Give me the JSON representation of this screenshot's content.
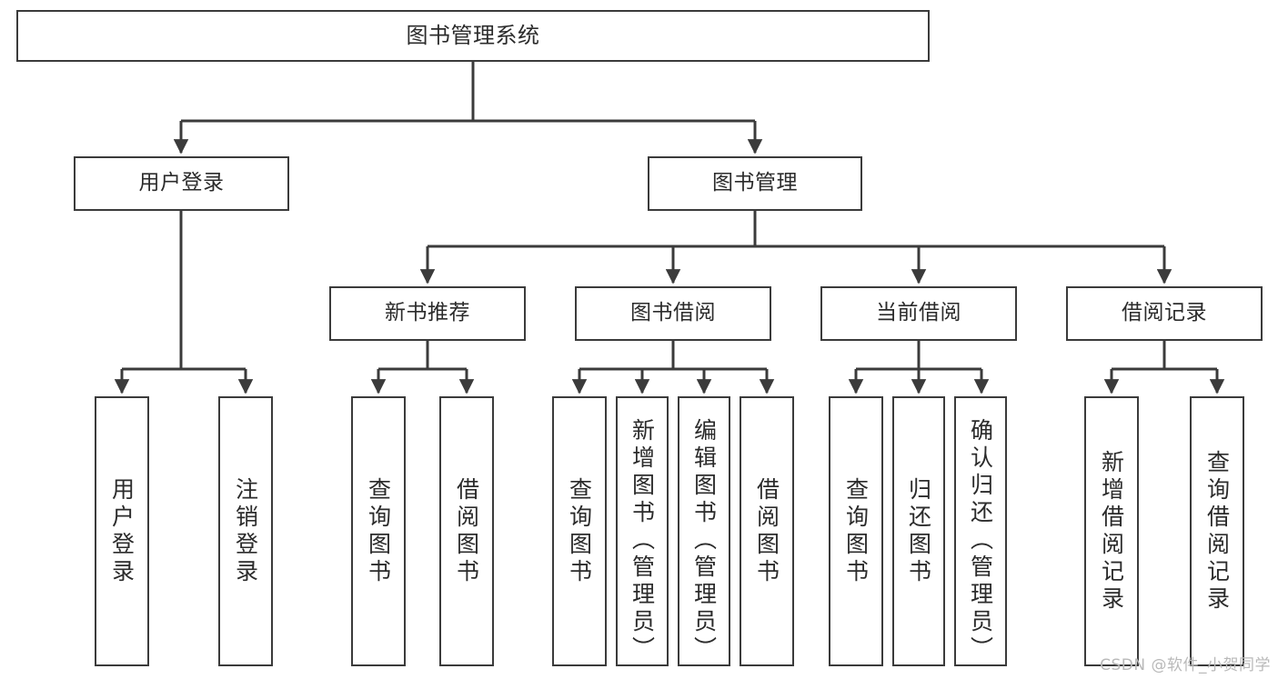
{
  "diagram": {
    "title": "图书管理系统",
    "type": "tree-hierarchy-chart",
    "background_color": "#ffffff",
    "box_border_color": "#3b3b3b",
    "connector_color": "#3b3b3b"
  },
  "nodes": {
    "root": {
      "label": "图书管理系统"
    },
    "level2": [
      {
        "id": "user-login",
        "label": "用户登录"
      },
      {
        "id": "book-management",
        "label": "图书管理"
      }
    ],
    "level3": [
      {
        "id": "new-book-recommend",
        "label": "新书推荐"
      },
      {
        "id": "book-borrow",
        "label": "图书借阅"
      },
      {
        "id": "current-borrow",
        "label": "当前借阅"
      },
      {
        "id": "borrow-record",
        "label": "借阅记录"
      }
    ],
    "leaves": [
      {
        "id": "leaf-user-login",
        "label": "用户登录",
        "parent": "user-login"
      },
      {
        "id": "leaf-logout-login",
        "label": "注销登录",
        "parent": "user-login"
      },
      {
        "id": "leaf-query-book-1",
        "label": "查询图书",
        "parent": "new-book-recommend"
      },
      {
        "id": "leaf-borrow-book-1",
        "label": "借阅图书",
        "parent": "new-book-recommend"
      },
      {
        "id": "leaf-query-book-2",
        "label": "查询图书",
        "parent": "book-borrow"
      },
      {
        "id": "leaf-add-book-admin",
        "label": "新增图书（管理员）",
        "parent": "book-borrow"
      },
      {
        "id": "leaf-edit-book-admin",
        "label": "编辑图书（管理员）",
        "parent": "book-borrow"
      },
      {
        "id": "leaf-borrow-book-2",
        "label": "借阅图书",
        "parent": "book-borrow"
      },
      {
        "id": "leaf-query-book-3",
        "label": "查询图书",
        "parent": "current-borrow"
      },
      {
        "id": "leaf-return-book",
        "label": "归还图书",
        "parent": "current-borrow"
      },
      {
        "id": "leaf-confirm-return-admin",
        "label": "确认归还（管理员）",
        "parent": "current-borrow"
      },
      {
        "id": "leaf-add-borrow-record",
        "label": "新增借阅记录",
        "parent": "borrow-record"
      },
      {
        "id": "leaf-query-borrow-record",
        "label": "查询借阅记录",
        "parent": "borrow-record"
      }
    ]
  },
  "watermark": {
    "text": "CSDN @软件_小贺同学"
  }
}
